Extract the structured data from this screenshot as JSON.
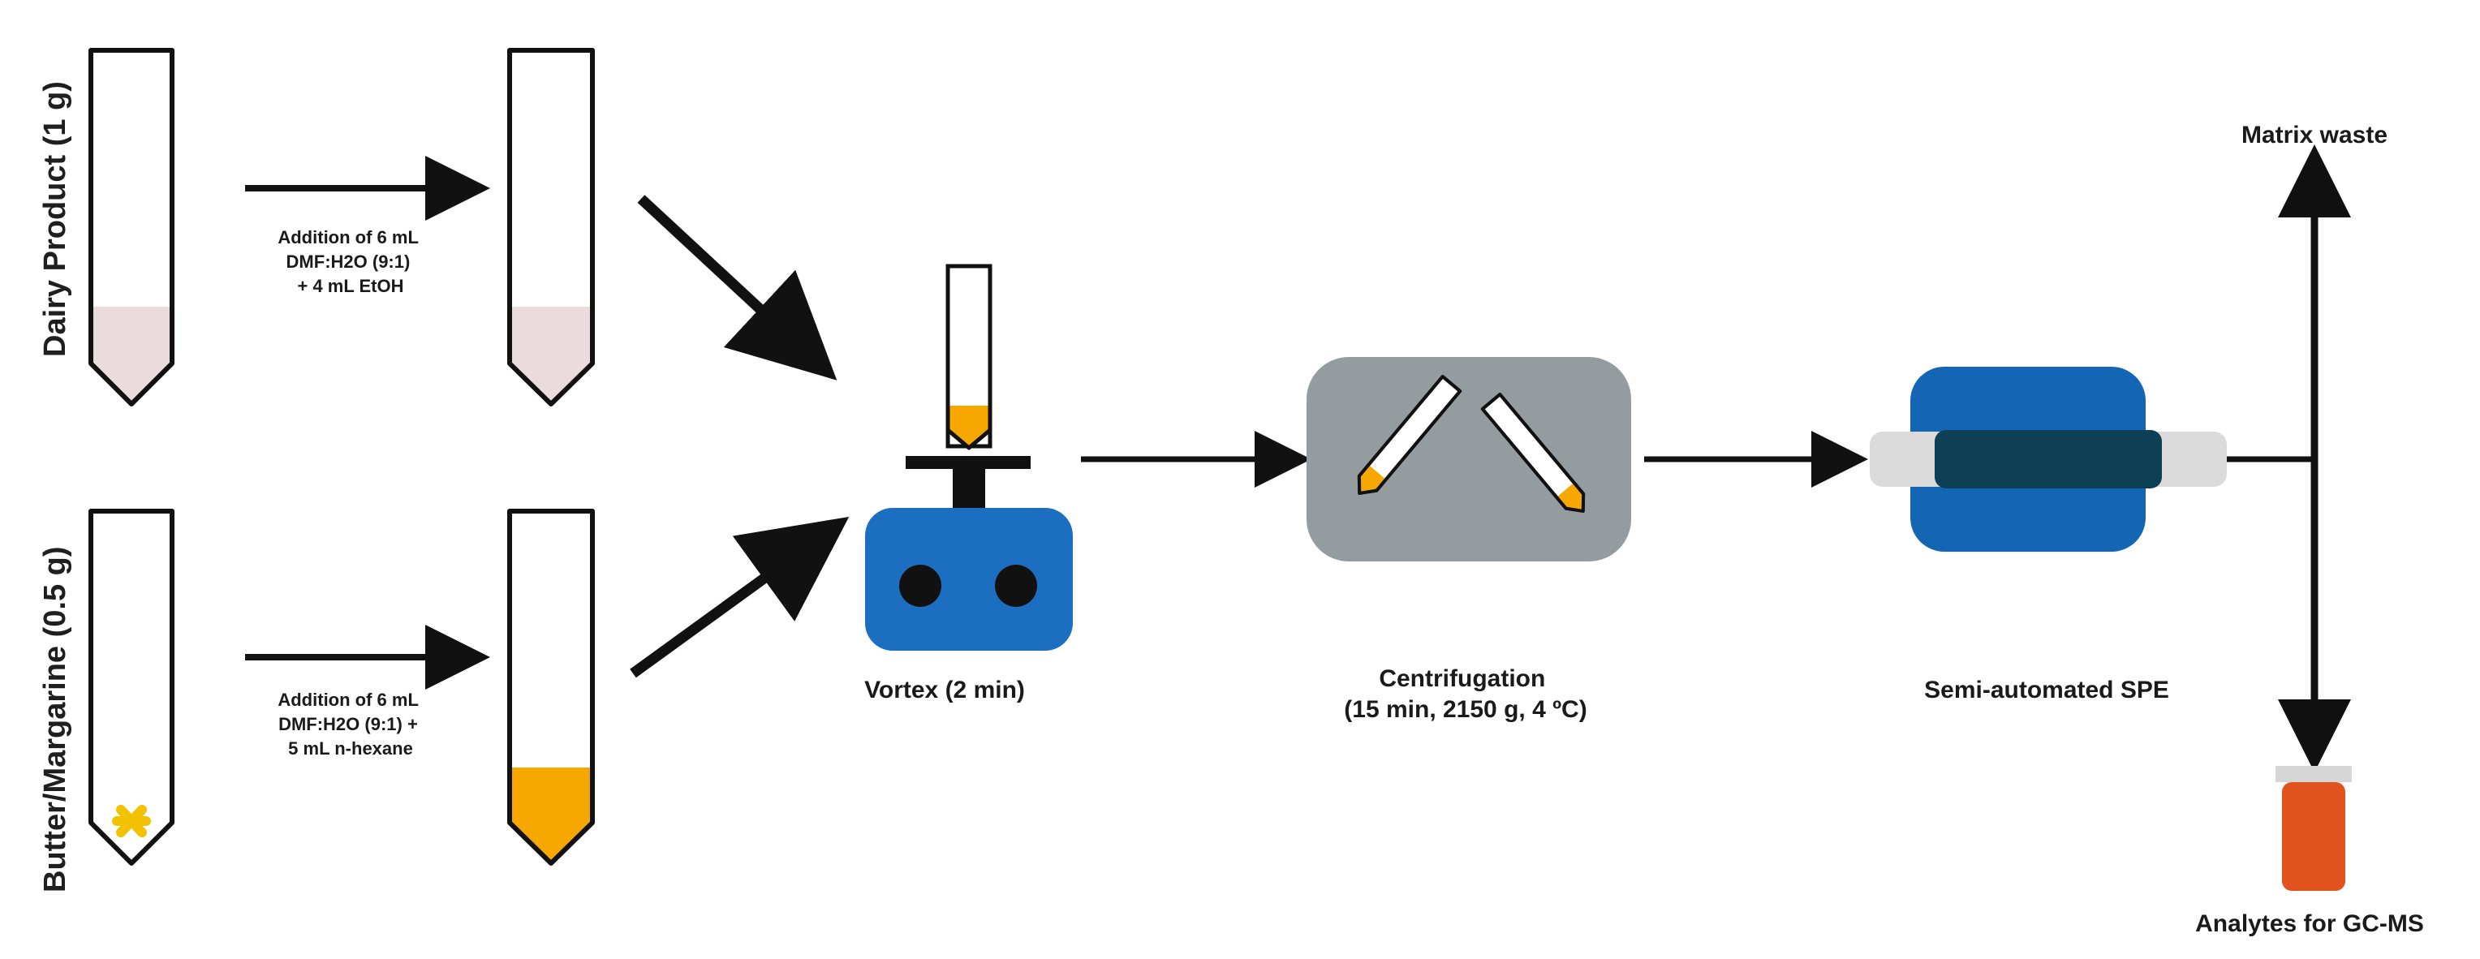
{
  "labels": {
    "dairy_product": "Dairy Product (1 g)",
    "butter_margarine": "Butter/Margarine (0.5 g)",
    "addition_top": [
      "Addition of 6 mL",
      "DMF:H2O (9:1)",
      "+ 4 mL EtOH"
    ],
    "addition_bottom": [
      "Addition of 6 mL",
      "DMF:H2O (9:1) +",
      "5 mL n-hexane"
    ],
    "vortex": "Vortex (2 min)",
    "centrifugation": [
      "Centrifugation",
      "(15 min, 2150 g, 4 ºC)"
    ],
    "spe": "Semi-automated SPE",
    "matrix_waste": "Matrix waste",
    "analytes": "Analytes for GC-MS"
  },
  "colors": {
    "stroke": "#111111",
    "pink_sample": "#eadcdc",
    "orange_sample": "#f7a800",
    "vortex_blue": "#1c6fc0",
    "centrifuge_gray": "#959c9f",
    "spe_blue": "#1565b5",
    "spe_cartridge": "#0d3f55",
    "spe_tube_gray": "#dadada",
    "vial_red": "#e2541f",
    "vial_cap": "#d6d6d6",
    "asterisk_yellow": "#f2c200"
  },
  "icons": {
    "tube": "test-tube-icon",
    "vortex": "vortex-mixer-icon",
    "centrifuge": "centrifuge-icon",
    "spe": "spe-device-icon",
    "vial": "vial-icon"
  }
}
